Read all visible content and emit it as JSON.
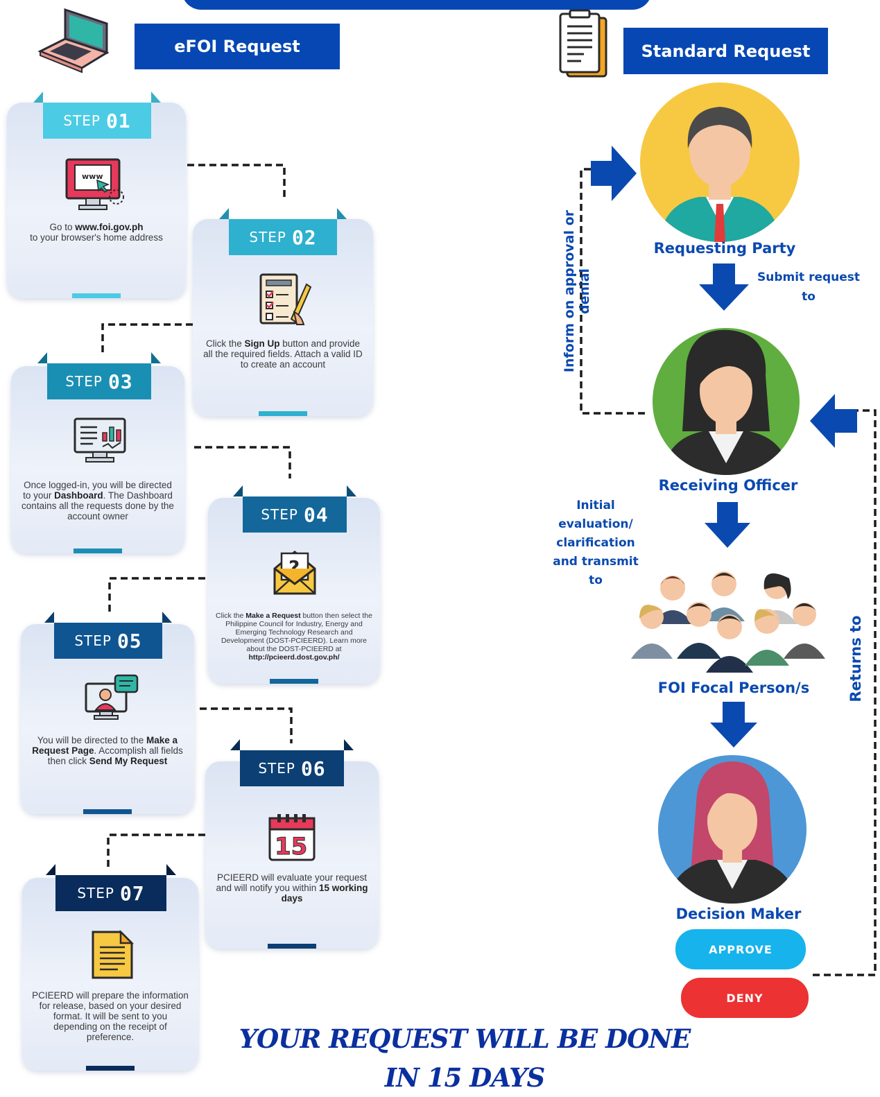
{
  "efoi": {
    "title": "eFOI Request"
  },
  "standard": {
    "title": "Standard Request"
  },
  "steps": [
    {
      "label": "STEP",
      "num": "01",
      "l1": "Go to ",
      "b1": "www.foi.gov.ph",
      "l2": "to your browser's home address",
      "b2": "",
      "l3": ""
    },
    {
      "label": "STEP",
      "num": "02",
      "l1": "Click the ",
      "b1": "Sign Up",
      "l2": " button and provide all the required fields. Attach a valid ID to create an account",
      "b2": "",
      "l3": ""
    },
    {
      "label": "STEP",
      "num": "03",
      "l1": "Once logged-in, you will be directed to your ",
      "b1": "Dashboard",
      "l2": ". The Dashboard contains all the requests done by the account owner",
      "b2": "",
      "l3": ""
    },
    {
      "label": "STEP",
      "num": "04",
      "l1": "Click the ",
      "b1": "Make a Request",
      "l2": " button then select the Philippine Council for Industry, Energy and Emerging Technology Research and Development (DOST-PCIEERD). Learn more about the DOST-PCIEERD at ",
      "b2": "http://pcieerd.dost.gov.ph/",
      "l3": ""
    },
    {
      "label": "STEP",
      "num": "05",
      "l1": "You will be directed to the ",
      "b1": "Make a Request Page",
      "l2": ". Accomplish all fields then click ",
      "b2": "Send My Request",
      "l3": ""
    },
    {
      "label": "STEP",
      "num": "06",
      "l1": "PCIEERD will evaluate your request and will notify you within ",
      "b1": "15 working days",
      "l2": "",
      "b2": "",
      "l3": ""
    },
    {
      "label": "STEP",
      "num": "07",
      "l1": "PCIEERD will prepare the information for release, based on your desired format. It will be sent to you depending on the receipt of preference.",
      "b1": "",
      "l2": "",
      "b2": "",
      "l3": ""
    }
  ],
  "flow": {
    "requesting_party": "Requesting Party",
    "submit": "Submit request to",
    "receiving_officer": "Receiving Officer",
    "initial": "Initial evaluation/ clarification and transmit to",
    "focal": "FOI Focal Person/s",
    "decision": "Decision Maker",
    "approve": "APPROVE",
    "deny": "DENY",
    "inform": "Inform on approval or denial",
    "returns": "Returns to"
  },
  "banner": {
    "line1": "YOUR REQUEST WILL BE DONE",
    "line2": "IN 15 DAYS"
  },
  "colors": {
    "blue": "#0647b3",
    "label_blue": "#0a49b0",
    "approve": "#16b3ec",
    "deny": "#ec3232",
    "yellow": "#f7c842",
    "green": "#5fae3f",
    "sky": "#4d97d6",
    "banner": "#0a2f9e"
  },
  "icons": [
    "laptop-icon",
    "document-stack-icon",
    "browser-monitor-icon",
    "signup-form-icon",
    "dashboard-monitor-icon",
    "envelope-question-icon",
    "video-chat-icon",
    "calendar-icon",
    "document-icon",
    "arrow-right-icon",
    "arrow-down-icon",
    "arrow-left-icon"
  ]
}
